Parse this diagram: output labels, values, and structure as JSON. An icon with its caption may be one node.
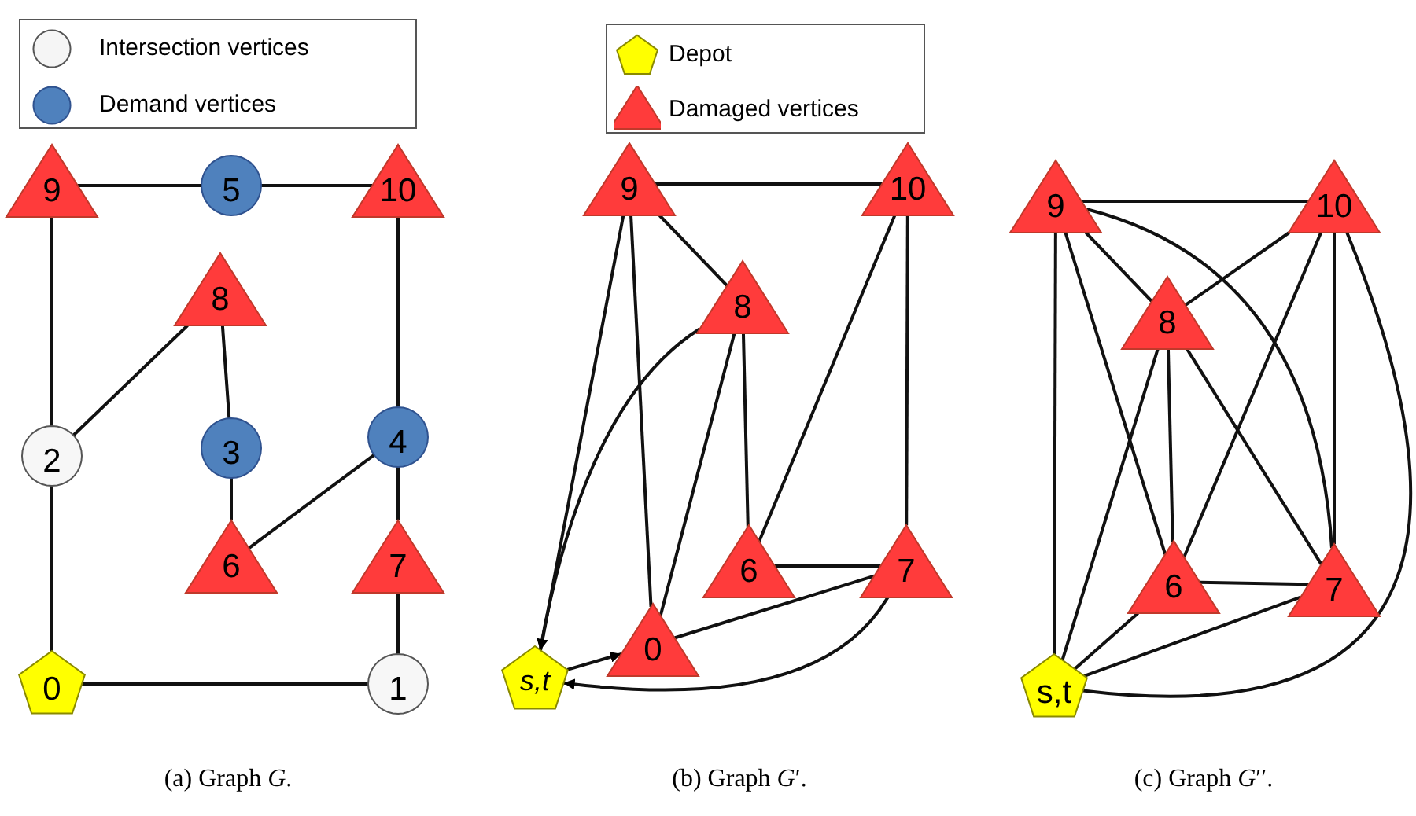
{
  "diagram": {
    "nodes": [
      {
        "text": [
          "9"
        ]
      },
      {
        "text": [
          "5"
        ]
      },
      {
        "text": [
          "10"
        ]
      },
      {
        "text": [
          "8"
        ]
      },
      {
        "text": [
          "2"
        ]
      },
      {
        "text": [
          "3"
        ]
      },
      {
        "text": [
          "4"
        ]
      },
      {
        "text": [
          "6"
        ]
      },
      {
        "text": [
          "7"
        ]
      },
      {
        "text": [
          "0"
        ]
      },
      {
        "text": [
          "1"
        ]
      },
      {
        "text": [
          "9"
        ]
      },
      {
        "text": [
          "10"
        ]
      },
      {
        "text": [
          "8"
        ]
      },
      {
        "text": [
          "6"
        ]
      },
      {
        "text": [
          "7"
        ]
      },
      {
        "text": [
          "0"
        ]
      },
      {
        "text": [
          "s,t"
        ]
      },
      {
        "text": [
          "9"
        ]
      },
      {
        "text": [
          "10"
        ]
      },
      {
        "text": [
          "8"
        ]
      },
      {
        "text": [
          "6"
        ]
      },
      {
        "text": [
          "7"
        ]
      },
      {
        "text": [
          "s,t"
        ]
      }
    ],
    "edges": [
      {
        "from": 0,
        "to": 1,
        "arrow": "none"
      },
      {
        "from": 1,
        "to": 2,
        "arrow": "none"
      },
      {
        "from": 0,
        "to": 4,
        "arrow": "none"
      },
      {
        "from": 4,
        "to": 3,
        "arrow": "none"
      },
      {
        "from": 3,
        "to": 5,
        "arrow": "none"
      },
      {
        "from": 5,
        "to": 7,
        "arrow": "none"
      },
      {
        "from": 7,
        "to": 6,
        "arrow": "none"
      },
      {
        "from": 6,
        "to": 2,
        "arrow": "none"
      },
      {
        "from": 6,
        "to": 8,
        "arrow": "none"
      },
      {
        "from": 8,
        "to": 10,
        "arrow": "none"
      },
      {
        "from": 10,
        "to": 9,
        "arrow": "none"
      },
      {
        "from": 9,
        "to": 4,
        "arrow": "none"
      },
      {
        "from": 11,
        "to": 12,
        "arrow": "none"
      },
      {
        "from": 11,
        "to": 13,
        "arrow": "none"
      },
      {
        "from": 11,
        "to": 17,
        "arrow": "to"
      },
      {
        "from": 11,
        "to": 16,
        "arrow": "none"
      },
      {
        "from": 13,
        "to": 17,
        "arrow": "to"
      },
      {
        "from": 13,
        "to": 16,
        "arrow": "none"
      },
      {
        "from": 13,
        "to": 14,
        "arrow": "none"
      },
      {
        "from": 12,
        "to": 14,
        "arrow": "none"
      },
      {
        "from": 12,
        "to": 15,
        "arrow": "none"
      },
      {
        "from": 14,
        "to": 15,
        "arrow": "none"
      },
      {
        "from": 15,
        "to": 16,
        "arrow": "none"
      },
      {
        "from": 15,
        "to": 17,
        "arrow": "to"
      },
      {
        "from": 17,
        "to": 16,
        "arrow": "to"
      },
      {
        "from": 18,
        "to": 19,
        "arrow": "none"
      },
      {
        "from": 18,
        "to": 20,
        "arrow": "none"
      },
      {
        "from": 18,
        "to": 23,
        "arrow": "none"
      },
      {
        "from": 18,
        "to": 21,
        "arrow": "none"
      },
      {
        "from": 18,
        "to": 22,
        "arrow": "none"
      },
      {
        "from": 19,
        "to": 20,
        "arrow": "none"
      },
      {
        "from": 19,
        "to": 21,
        "arrow": "none"
      },
      {
        "from": 19,
        "to": 22,
        "arrow": "none"
      },
      {
        "from": 19,
        "to": 23,
        "arrow": "none"
      },
      {
        "from": 20,
        "to": 23,
        "arrow": "none"
      },
      {
        "from": 20,
        "to": 21,
        "arrow": "none"
      },
      {
        "from": 20,
        "to": 22,
        "arrow": "none"
      },
      {
        "from": 21,
        "to": 22,
        "arrow": "none"
      },
      {
        "from": 21,
        "to": 23,
        "arrow": "none"
      },
      {
        "from": 22,
        "to": 23,
        "arrow": "none"
      }
    ],
    "labels": [
      "(a) Graph *G*.",
      "(b) Graph *G*′.",
      "(c) Graph *G*′′."
    ],
    "legend": [
      {
        "text": "Intersection vertices",
        "color": "#f5f5f5"
      },
      {
        "text": "Demand vertices",
        "color": "#4f81bd"
      },
      {
        "text": "Depot",
        "color": "#ffff00"
      },
      {
        "text": "Damaged vertices",
        "color": "#ff3b3b"
      }
    ]
  }
}
